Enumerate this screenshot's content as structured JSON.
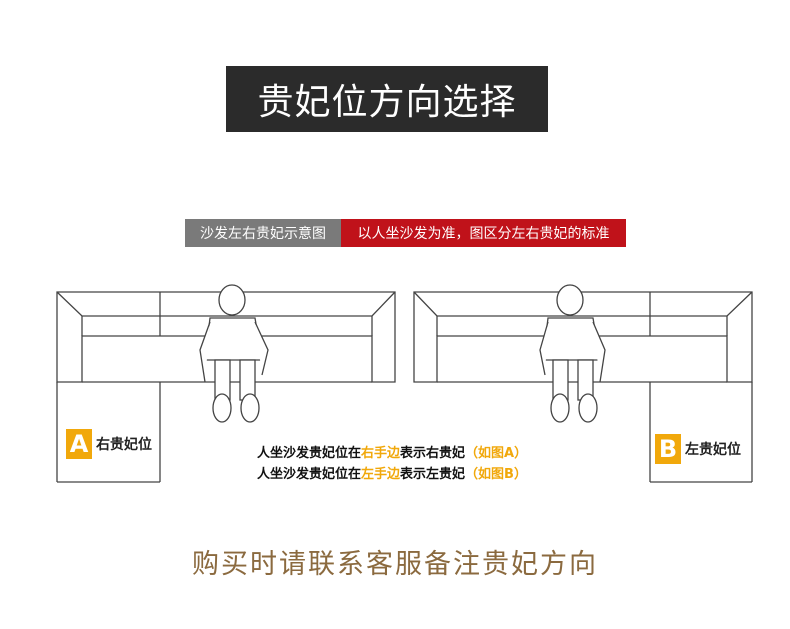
{
  "title": "贵妃位方向选择",
  "banner": {
    "left": "沙发左右贵妃示意图",
    "right": "以人坐沙发为准，图区分左右贵妃的标准"
  },
  "labels": {
    "a_letter": "A",
    "a_text": "右贵妃位",
    "b_letter": "B",
    "b_text": "左贵妃位"
  },
  "explain": {
    "line1_pre": "人坐沙发贵妃位在",
    "line1_hl": "右手边",
    "line1_post": "表示右贵妃",
    "line1_ref": "（如图A）",
    "line2_pre": "人坐沙发贵妃位在",
    "line2_hl": "左手边",
    "line2_post": "表示左贵妃",
    "line2_ref": "（如图B）"
  },
  "footer": "购买时请联系客服备注贵妃方向",
  "colors": {
    "accent": "#f1a80b",
    "banner_red": "#c0121a",
    "banner_gray": "#7a7a7a",
    "footer": "#8b6a3f"
  }
}
